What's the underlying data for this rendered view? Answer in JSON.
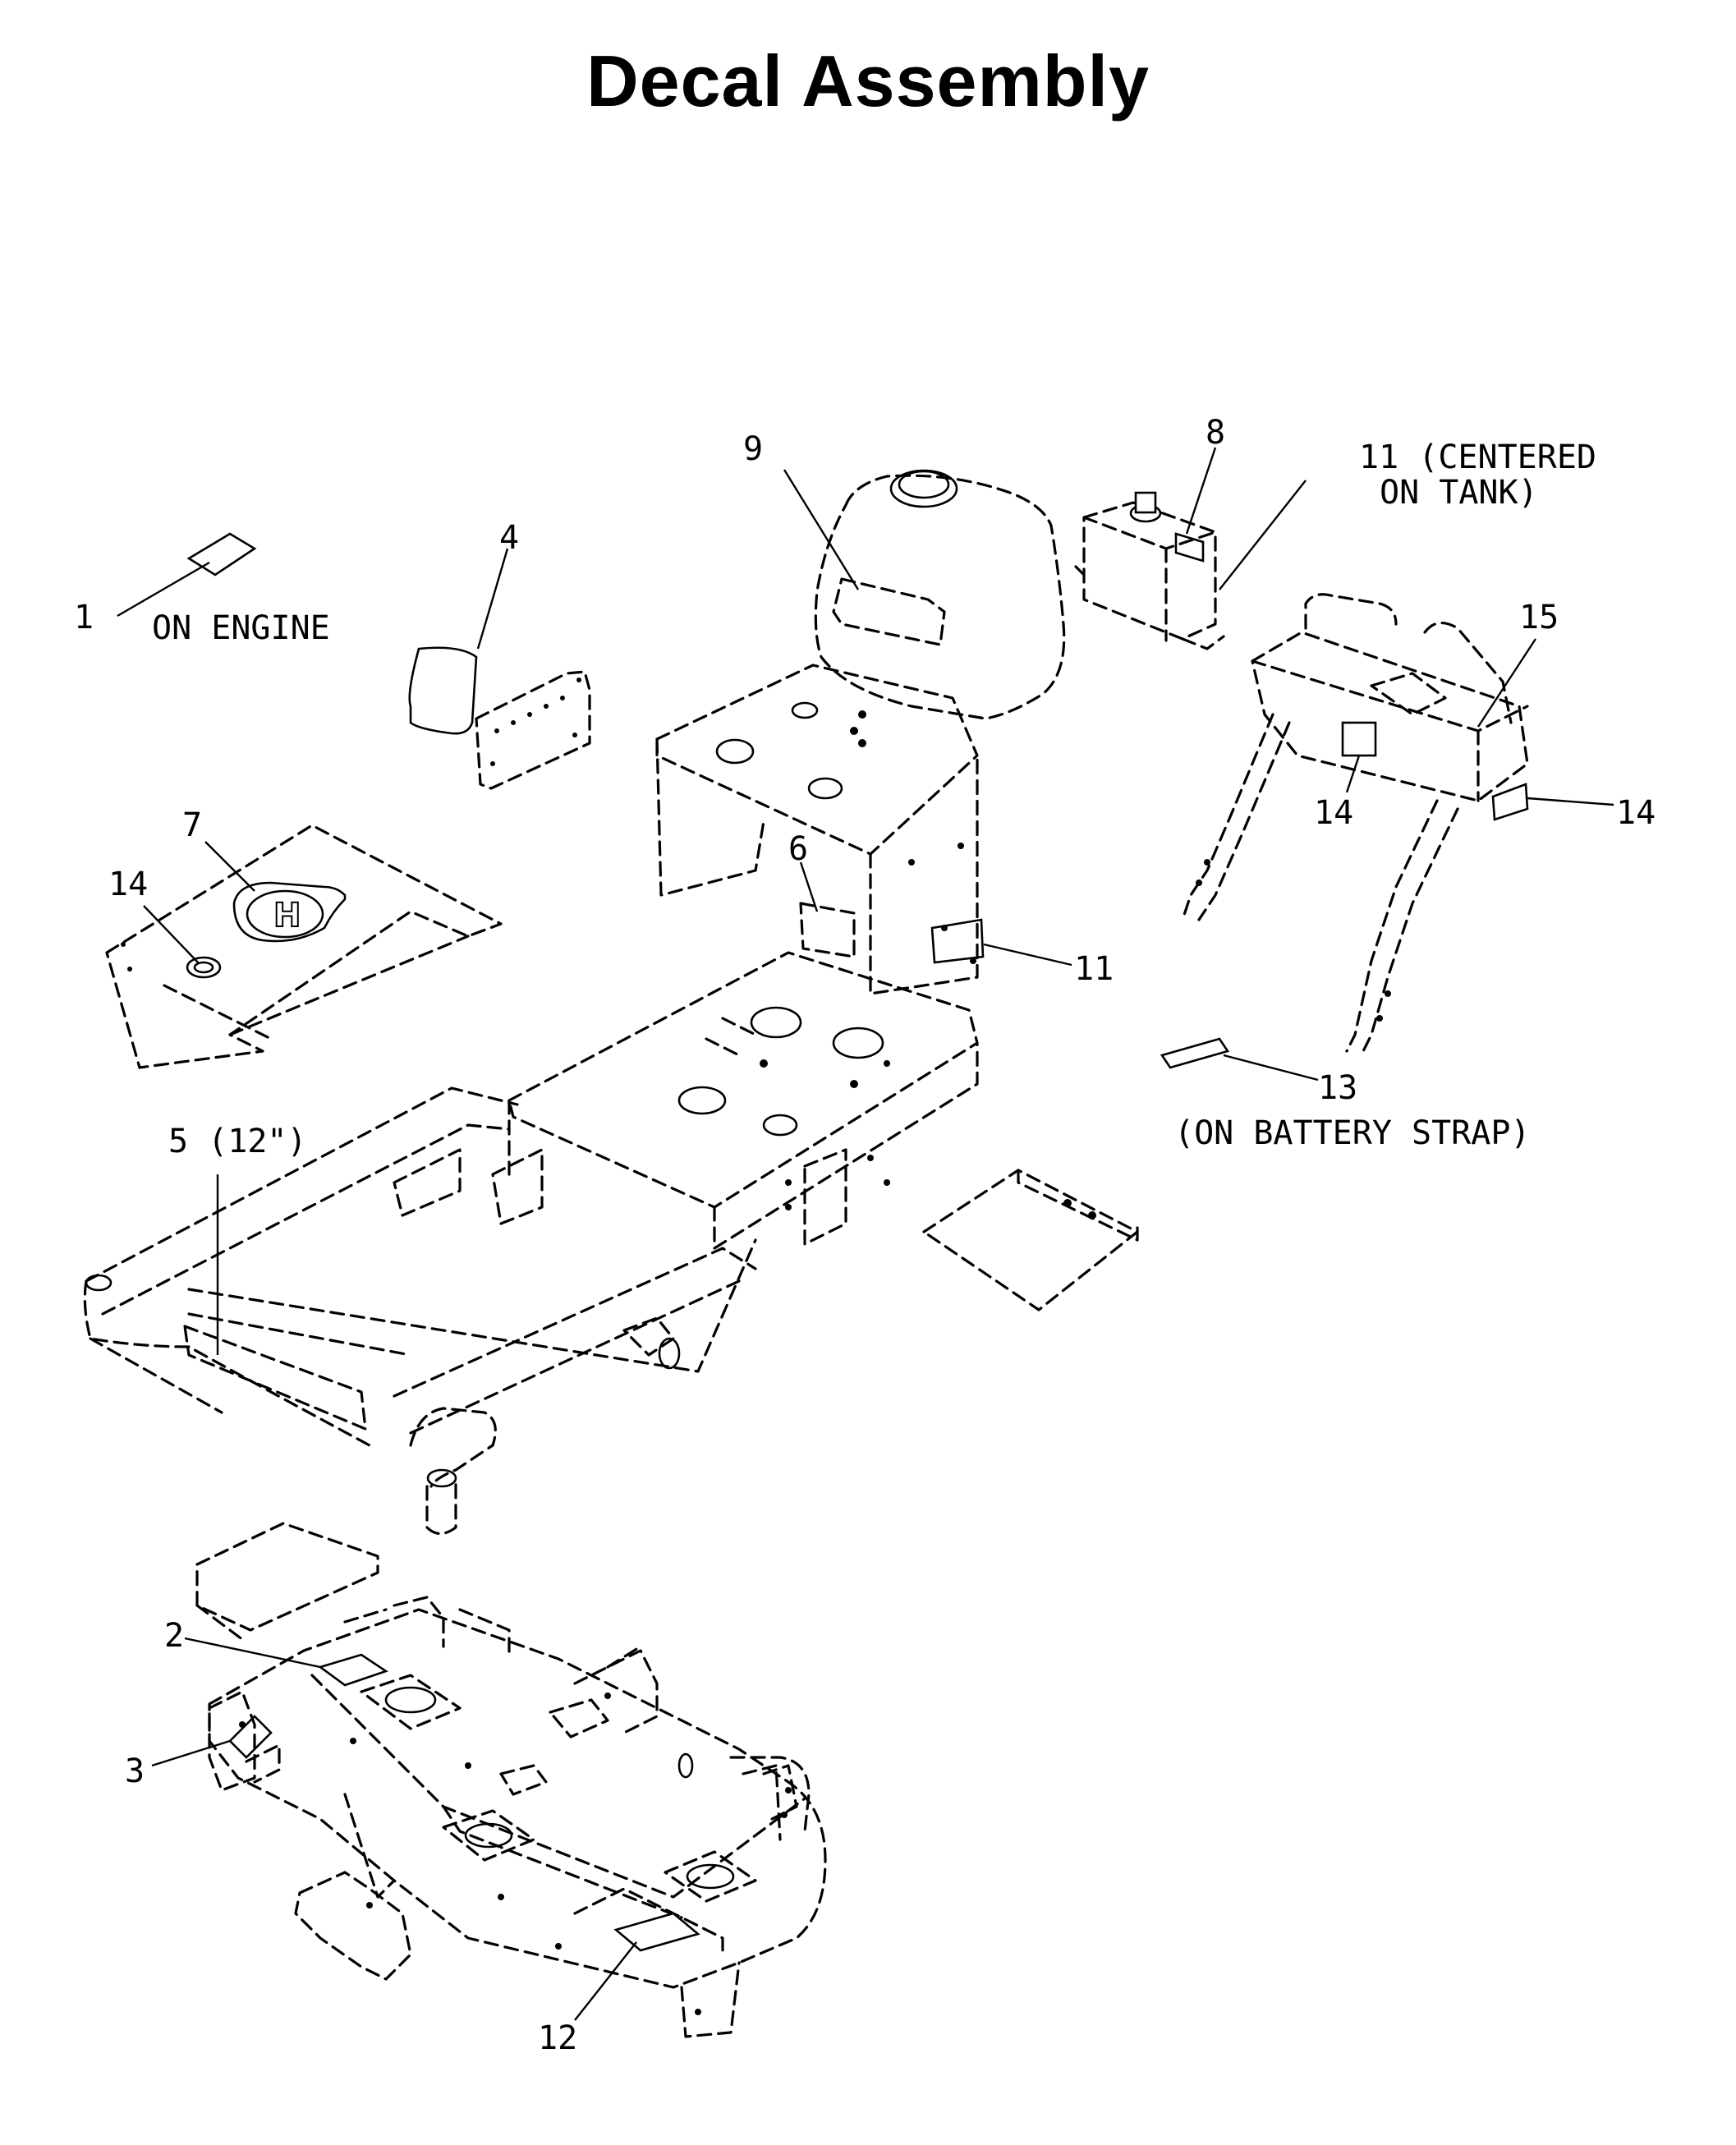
{
  "title": "Decal Assembly",
  "callouts": [
    {
      "id": "1",
      "text": "1"
    },
    {
      "id": "1-note",
      "text": "ON ENGINE"
    },
    {
      "id": "2",
      "text": "2"
    },
    {
      "id": "3",
      "text": "3"
    },
    {
      "id": "4",
      "text": "4"
    },
    {
      "id": "5",
      "text": "5 (12\")"
    },
    {
      "id": "6",
      "text": "6"
    },
    {
      "id": "7",
      "text": "7"
    },
    {
      "id": "8",
      "text": "8"
    },
    {
      "id": "9",
      "text": "9"
    },
    {
      "id": "11-top-a",
      "text": "11 (CENTERED"
    },
    {
      "id": "11-top-b",
      "text": "ON TANK)"
    },
    {
      "id": "11-side",
      "text": "11"
    },
    {
      "id": "12",
      "text": "12"
    },
    {
      "id": "13",
      "text": "13"
    },
    {
      "id": "13-note",
      "text": "(ON BATTERY STRAP)"
    },
    {
      "id": "14-left",
      "text": "14"
    },
    {
      "id": "14-handle-a",
      "text": "14"
    },
    {
      "id": "14-handle-b",
      "text": "14"
    },
    {
      "id": "15",
      "text": "15"
    }
  ],
  "colors": {
    "ink": "#000000",
    "paper": "#ffffff"
  }
}
